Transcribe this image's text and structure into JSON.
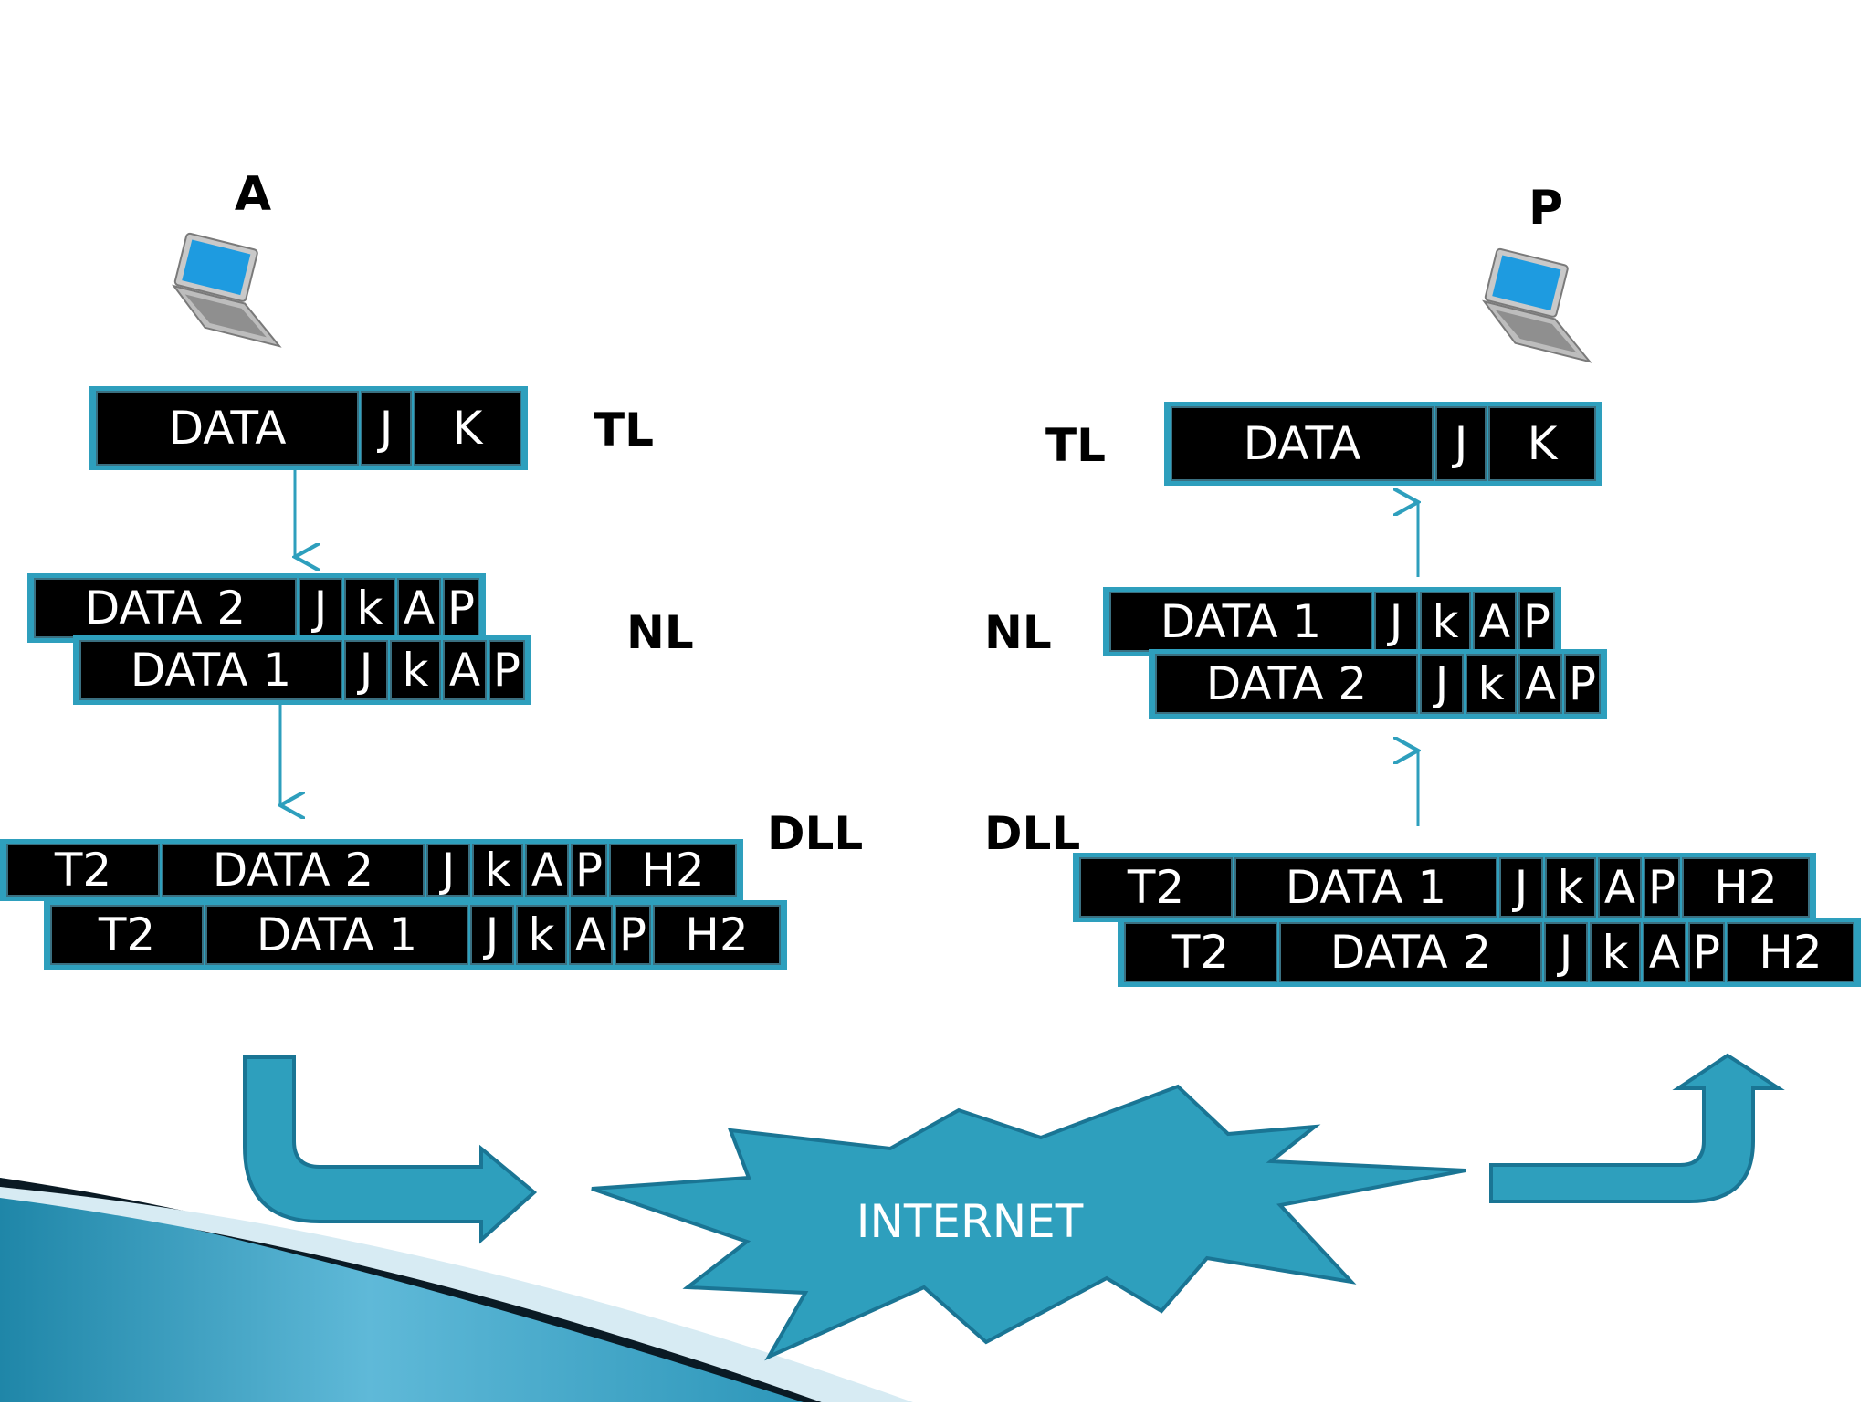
{
  "hosts": {
    "sender": "A",
    "receiver": "P"
  },
  "labels": {
    "left_tl": "TL",
    "left_nl": "NL",
    "left_dll": "DLL",
    "right_tl": "TL",
    "right_nl": "NL",
    "right_dll": "DLL"
  },
  "cloud": "INTERNET",
  "frames": {
    "left_tl": [
      "DATA",
      "J",
      "K"
    ],
    "left_nl_1": [
      "DATA 2",
      "J",
      "k",
      "A",
      "P"
    ],
    "left_nl_2": [
      "DATA 1",
      "J",
      "k",
      "A",
      "P"
    ],
    "left_dll_1": [
      "T2",
      "DATA 2",
      "J",
      "k",
      "A",
      "P",
      "H2"
    ],
    "left_dll_2": [
      "T2",
      "DATA 1",
      "J",
      "k",
      "A",
      "P",
      "H2"
    ],
    "right_tl": [
      "DATA",
      "J",
      "K"
    ],
    "right_nl_1": [
      "DATA 1",
      "J",
      "k",
      "A",
      "P"
    ],
    "right_nl_2": [
      "DATA 2",
      "J",
      "k",
      "A",
      "P"
    ],
    "right_dll_1": [
      "T2",
      "DATA 1",
      "J",
      "k",
      "A",
      "P",
      "H2"
    ],
    "right_dll_2": [
      "T2",
      "DATA 2",
      "J",
      "k",
      "A",
      "P",
      "H2"
    ]
  },
  "colors": {
    "accent": "#2e9fbd",
    "cell": "#000000",
    "text": "#ffffff"
  },
  "icons": {
    "sender": "laptop-icon",
    "receiver": "laptop-icon"
  }
}
